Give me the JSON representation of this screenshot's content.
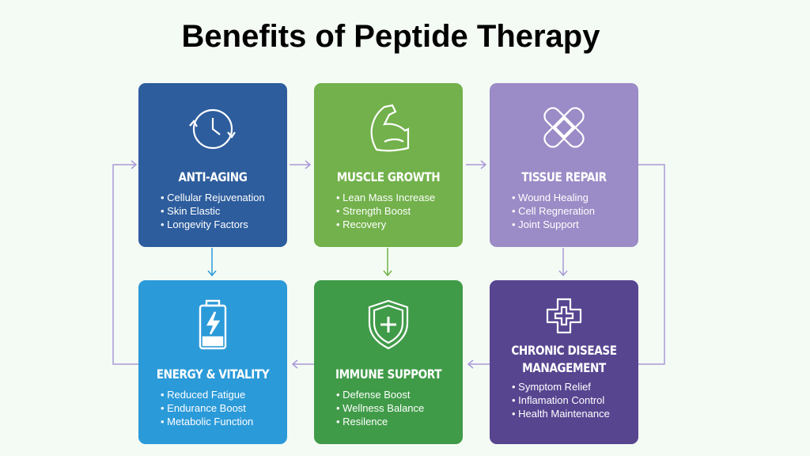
{
  "title": "Benefits of Peptide Therapy",
  "colors": {
    "anti_aging": "#2d5d9d",
    "muscle": "#72b14b",
    "tissue": "#9b8bc6",
    "energy": "#2b9ad9",
    "immune": "#409b48",
    "chronic": "#574590",
    "arrow": "#a99ad6"
  },
  "boxes": [
    {
      "title": "ANTI-AGING",
      "icon": "clock-cycle-icon",
      "items": [
        "Cellular Rejuvenation",
        "Skin Elastic",
        "Longevity Factors"
      ]
    },
    {
      "title": "MUSCLE GROWTH",
      "icon": "flexed-arm-icon",
      "items": [
        "Lean Mass Increase",
        "Strength Boost",
        "Recovery"
      ]
    },
    {
      "title": "TISSUE REPAIR",
      "icon": "bandage-icon",
      "items": [
        "Wound Healing",
        "Cell Regneration",
        "Joint Support"
      ]
    },
    {
      "title": "ENERGY & VITALITY",
      "icon": "battery-bolt-icon",
      "items": [
        "Reduced Fatigue",
        "Endurance Boost",
        "Metabolic Function"
      ]
    },
    {
      "title": "IMMUNE SUPPORT",
      "icon": "shield-cross-icon",
      "items": [
        "Defense Boost",
        "Wellness Balance",
        "Resilence"
      ]
    },
    {
      "title": "CHRONIC DISEASE MANAGEMENT",
      "icon": "medical-cross-icon",
      "items": [
        "Symptom Relief",
        "Inflamation Control",
        "Health Maintenance"
      ]
    }
  ]
}
